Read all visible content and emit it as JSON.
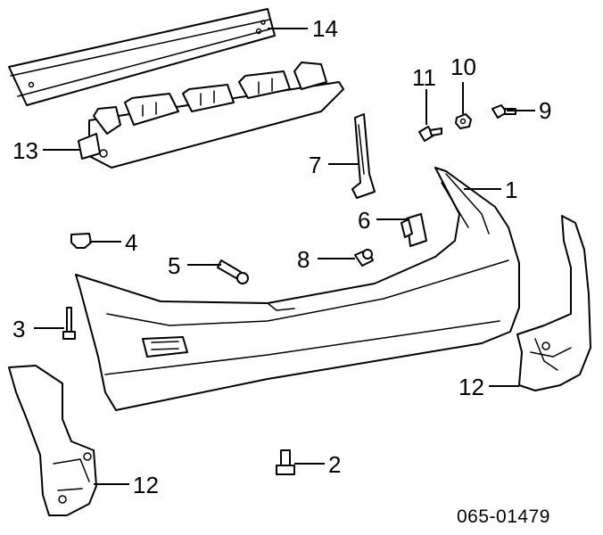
{
  "diagram": {
    "callouts": [
      {
        "id": "c14",
        "text": "14"
      },
      {
        "id": "c11",
        "text": "11"
      },
      {
        "id": "c10",
        "text": "10"
      },
      {
        "id": "c9",
        "text": "9"
      },
      {
        "id": "c13",
        "text": "13"
      },
      {
        "id": "c7",
        "text": "7"
      },
      {
        "id": "c1",
        "text": "1"
      },
      {
        "id": "c6",
        "text": "6"
      },
      {
        "id": "c4",
        "text": "4"
      },
      {
        "id": "c5",
        "text": "5"
      },
      {
        "id": "c8",
        "text": "8"
      },
      {
        "id": "c3",
        "text": "3"
      },
      {
        "id": "c12a",
        "text": "12"
      },
      {
        "id": "c12b",
        "text": "12"
      },
      {
        "id": "c2",
        "text": "2"
      }
    ],
    "drawing_code": "065-01479"
  }
}
